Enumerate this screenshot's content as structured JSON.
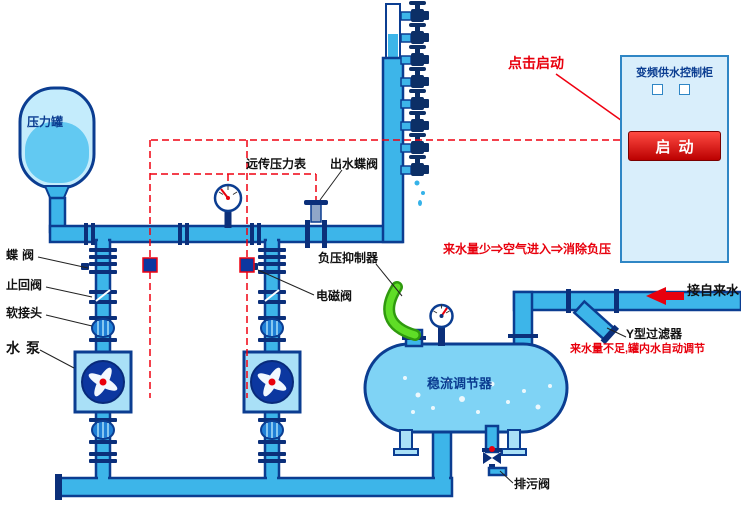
{
  "diagram": {
    "labels": {
      "pressure_tank": "压力罐",
      "butterfly_valve": "蝶阀",
      "check_valve": "止回阀",
      "soft_joint": "软接头",
      "water_pump": "水泵",
      "remote_pressure_gauge": "远传压力表",
      "outlet_butterfly_valve": "出水蝶阀",
      "negative_pressure_suppressor": "负压抑制器",
      "solenoid_valve": "电磁阀",
      "flow_regulator": "稳流调节器",
      "drain_valve": "排污阀",
      "y_strainer": "Y型过滤器",
      "tap_water_inlet": "接自来水"
    },
    "annotations": {
      "click_to_start": "点击启动",
      "low_water_note": "来水量少⇒空气进入⇒消除负压",
      "insufficient_water_note": "来水量不足,罐内水自动调节"
    },
    "cabinet": {
      "title": "变频供水控制柜",
      "start_button": "启动"
    },
    "colors": {
      "pipe_fill": "#3db5e9",
      "outline_navy": "#0b3d91",
      "flange_dark": "#0b2f7a",
      "tank_fill": "#7fd3f5",
      "accent_red": "#ef0010",
      "suppressor_green": "#5fdd26",
      "cabinet_fill": "#d9eefb",
      "button_red": "#bb0000"
    }
  }
}
